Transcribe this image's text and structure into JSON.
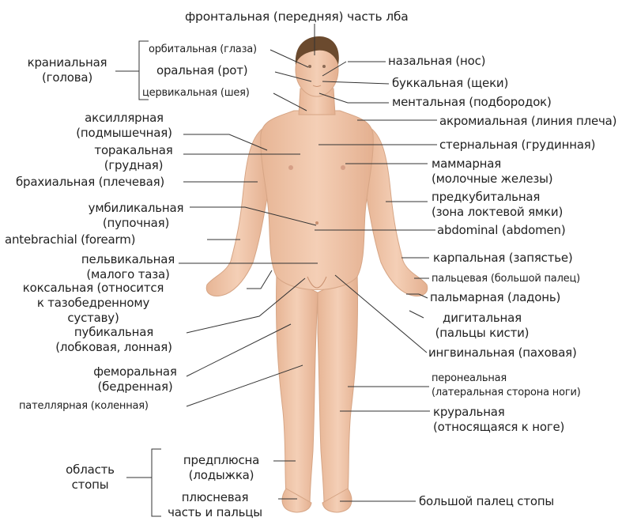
{
  "labels": {
    "frontal": "фронтальная (передняя) часть лба",
    "cranial": [
      "краниальная",
      "(голова)"
    ],
    "orbital": "орбитальная (глаза)",
    "oral": "оральная (рот)",
    "cervical": "цервикальная (шея)",
    "nasal": "назальная (нос)",
    "buccal": "буккальная (щеки)",
    "mental": "ментальная (подбородок)",
    "axillary": [
      "аксиллярная",
      "(подмышечная)"
    ],
    "acromial": "акромиальная (линия плеча)",
    "thoracic": [
      "торакальная",
      "(грудная)"
    ],
    "sternal": "стернальная (грудинная)",
    "brachial": "брахиальная (плечевая)",
    "mammary": [
      "маммарная",
      "(молочные железы)"
    ],
    "antecubital": [
      "предкубитальная",
      "(зона локтевой ямки)"
    ],
    "umbilical": [
      "умбиликальная",
      "(пупочная)"
    ],
    "antebrachial": "antebrachial (forearm)",
    "abdominal": "abdominal (abdomen)",
    "pelvic": [
      "пельвикальная",
      "(малого таза)"
    ],
    "carpal": "карпальная (запястье)",
    "coxal": [
      "коксальная (относится",
      "к тазобедренному",
      "суставу)"
    ],
    "pollex": "пальцевая (большой палец)",
    "palmar": "пальмарная (ладонь)",
    "digital": [
      "дигитальная",
      "(пальцы кисти)"
    ],
    "pubic": [
      "пубикальная",
      "(лобковая, лонная)"
    ],
    "inguinal": "ингвинальная (паховая)",
    "femoral": [
      "феморальная",
      "(бедренная)"
    ],
    "peroneal": [
      "перонеальная",
      "(латеральная сторона ноги)"
    ],
    "patellar": "пателлярная (коленная)",
    "crural": [
      "круральная",
      "(относящаяся к ноге)"
    ],
    "foot_region": [
      "область",
      "стопы"
    ],
    "tarsal": [
      "предплюсна",
      "(лодыжка)"
    ],
    "metatarsal": [
      "плюсневая",
      "часть и пальцы"
    ],
    "hallux": "большой палец стопы"
  },
  "colors": {
    "skin": "#f2c9ae",
    "skin_shade": "#dba88a",
    "hair": "#6b4a2e",
    "line": "#333333"
  }
}
